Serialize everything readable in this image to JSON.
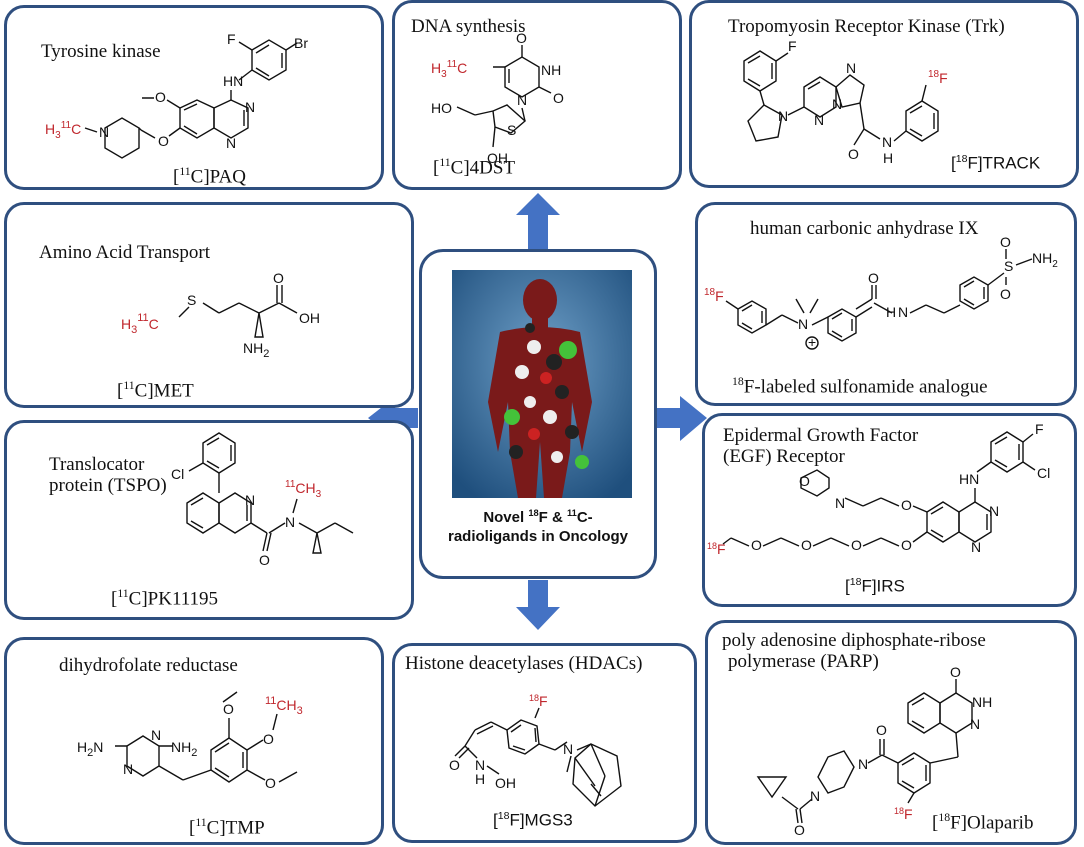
{
  "center": {
    "caption_line1_pre": "Novel ",
    "caption_sup1": "18",
    "caption_line1_mid": "F & ",
    "caption_sup2": "11",
    "caption_line1_post": "C-",
    "caption_line2": "radioligands in Oncology"
  },
  "cards": {
    "tyrosine": {
      "title": "Tyrosine kinase",
      "name_pre": "[",
      "name_sup": "11",
      "name_post": "C]PAQ"
    },
    "dna": {
      "title": "DNA synthesis",
      "name_pre": "[",
      "name_sup": "11",
      "name_post": "C]4DST"
    },
    "trk": {
      "title": "Tropomyosin Receptor Kinase (Trk)",
      "name_pre": "[",
      "name_sup": "18",
      "name_post": "F]TRACK"
    },
    "amino": {
      "title": "Amino Acid Transport",
      "name_pre": "[",
      "name_sup": "11",
      "name_post": "C]MET"
    },
    "carbonic": {
      "title": "human carbonic anhydrase IX",
      "name_pre": "",
      "name_sup": "18",
      "name_post": "F-labeled sulfonamide analogue"
    },
    "tspo": {
      "title_line1": "Translocator",
      "title_line2": "protein (TSPO)",
      "name_pre": "[",
      "name_sup": "11",
      "name_post": "C]PK11195"
    },
    "egf": {
      "title_line1": "Epidermal Growth Factor",
      "title_line2": "(EGF) Receptor",
      "name_pre": "[",
      "name_sup": "18",
      "name_post": "F]IRS"
    },
    "dhfr": {
      "title": "dihydrofolate reductase",
      "name_pre": "[",
      "name_sup": "11",
      "name_post": "C]TMP"
    },
    "hdac": {
      "title": "Histone deacetylases (HDACs)",
      "name_pre": "[",
      "name_sup": "18",
      "name_post": "F]MGS3"
    },
    "parp": {
      "title_line1": "poly adenosine diphosphate-ribose",
      "title_line2": "polymerase (PARP)",
      "name_pre": "[",
      "name_sup": "18",
      "name_post": "F]Olaparib"
    }
  },
  "atoms": {
    "paq": {
      "f": "F",
      "br": "Br",
      "nh": "HN",
      "o1": "O",
      "o2": "O",
      "n1": "N",
      "n2": "N",
      "n3": "N",
      "label_main": "H",
      "label_sub": "3",
      "label_sup": "11",
      "label_end": "C"
    },
    "dst": {
      "label_main": "H",
      "label_sub": "3",
      "label_sup": "11",
      "label_end": "C",
      "o1": "O",
      "o2": "O",
      "nh": "NH",
      "n": "N",
      "s": "S",
      "ho": "HO",
      "oh": "OH"
    },
    "track": {
      "f1": "F",
      "f18_sup": "18",
      "f18": "F",
      "n1": "N",
      "n2": "N",
      "n3": "N",
      "n4": "N",
      "o": "O",
      "nh_n": "N",
      "nh_h": "H"
    },
    "met": {
      "label_main": "H",
      "label_sub": "3",
      "label_sup": "11",
      "label_end": "C",
      "s": "S",
      "o": "O",
      "oh": "OH",
      "nh2": "NH",
      "nh2_sub": "2"
    },
    "sulfonamide": {
      "f18_sup": "18",
      "f18": "F",
      "n_plus": "N",
      "charge": "+",
      "o1": "O",
      "nh": "H",
      "nh_n": "N",
      "s": "S",
      "so1": "O",
      "so2": "O",
      "nh2": "NH",
      "nh2_sub": "2"
    },
    "pk": {
      "cl": "Cl",
      "n1": "N",
      "n2": "N",
      "o": "O",
      "c11_sup": "11",
      "c11": "CH",
      "c11_sub": "3"
    },
    "irs": {
      "f": "F",
      "cl": "Cl",
      "hn": "HN",
      "o_m": "O",
      "n_m": "N",
      "o1": "O",
      "o2": "O",
      "o3": "O",
      "o4": "O",
      "o5": "O",
      "n1": "N",
      "n2": "N",
      "f18_sup": "18",
      "f18": "F"
    },
    "tmp": {
      "h2n": "H",
      "h2n_sub": "2",
      "h2n_n": "N",
      "nh2": "NH",
      "nh2_sub": "2",
      "n1": "N",
      "n2": "N",
      "o1": "O",
      "o2": "O",
      "o3": "O",
      "c11_sup": "11",
      "c11": "CH",
      "c11_sub": "3"
    },
    "mgs": {
      "f18_sup": "18",
      "f18": "F",
      "o": "O",
      "nh": "N",
      "nh_h": "H",
      "oh": "OH",
      "n": "N"
    },
    "olaparib": {
      "o1": "O",
      "nh": "NH",
      "n1": "N",
      "o2": "O",
      "n2": "N",
      "n3": "N",
      "o3": "O",
      "f18_sup": "18",
      "f18": "F"
    }
  },
  "colors": {
    "border": "#2f4f7f",
    "arrow": "#4472c4",
    "label_red": "#c0272d"
  }
}
